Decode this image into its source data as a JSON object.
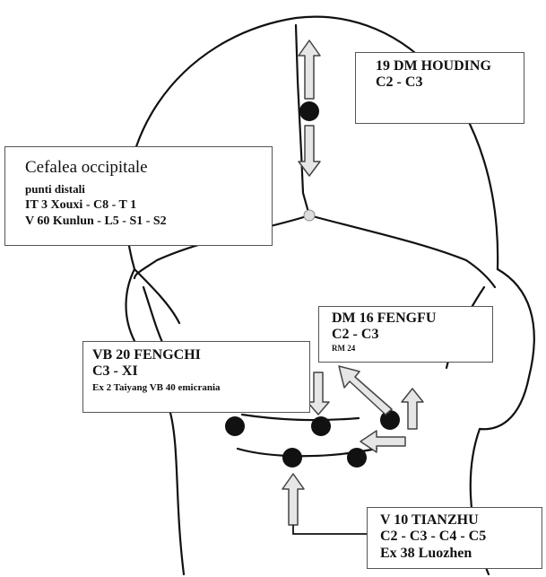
{
  "labels": {
    "houding": {
      "line1": "19 DM HOUDING",
      "line2": "C2  - C3"
    },
    "cefalea": {
      "title": "Cefalea occipitale",
      "subtitle": "punti distali",
      "line1": "IT 3 Xouxi  -  C8  -  T 1",
      "line2": "V  60  Kunlun  - L5 - S1 - S2"
    },
    "fengfu": {
      "line1": "DM  16  FENGFU",
      "line2": "C2  -  C3",
      "line3": "RM 24"
    },
    "fengchi": {
      "line1": "VB 20 FENGCHI",
      "line2": "C3 - XI",
      "line3": "Ex 2  Taiyang  VB 40 emicrania"
    },
    "tianzhu": {
      "line1": "V  10 TIANZHU",
      "line2": "C2 - C3 - C4 - C5",
      "line3": "Ex 38 Luozhen"
    }
  },
  "colors": {
    "ink": "#111111",
    "arrow_fill": "#e6e6e6",
    "box_border": "#555555"
  }
}
